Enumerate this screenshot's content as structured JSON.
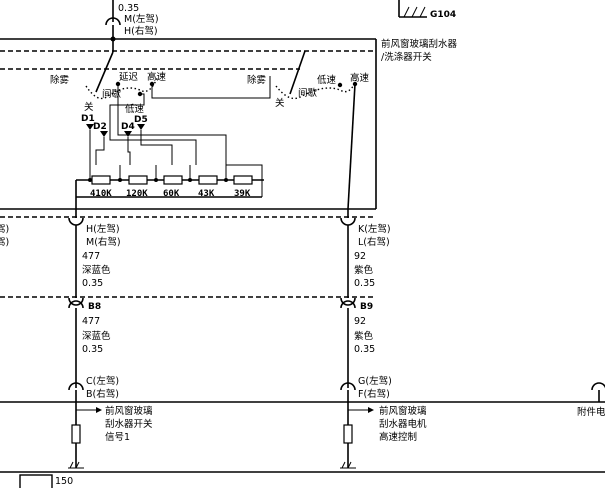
{
  "top": {
    "wire_size": "0.35",
    "connector_left": "M(左驾)",
    "connector_right": "H(右驾)",
    "ground_label": "G104"
  },
  "switch": {
    "title_line1": "前风窗玻璃刮水器",
    "title_line2": "/洗涤器开关",
    "left_positions": [
      "除雾",
      "延迟",
      "高速",
      "关",
      "间歇",
      "低速"
    ],
    "right_positions": [
      "除雾",
      "低速",
      "高速",
      "关",
      "间歇"
    ],
    "diodes": [
      "D1",
      "D2",
      "D4",
      "D5"
    ],
    "resistors": [
      "410K",
      "120K",
      "60K",
      "43K",
      "39K"
    ]
  },
  "left_wire": {
    "connector_top_left": "H(左驾)",
    "connector_top_right": "M(右驾)",
    "circuit": "477",
    "color": "深蓝色",
    "size": "0.35",
    "inline_connector": "B8",
    "circuit2": "477",
    "color2": "深蓝色",
    "size2": "0.35",
    "connector_bottom_left": "C(左驾)",
    "connector_bottom_right": "B(右驾)",
    "dest_line1": "前风窗玻璃",
    "dest_line2": "刮水器开关",
    "dest_line3": "信号1"
  },
  "right_wire": {
    "connector_top_left": "K(左驾)",
    "connector_top_right": "L(右驾)",
    "circuit": "92",
    "color": "紫色",
    "size": "0.35",
    "inline_connector": "B9",
    "circuit2": "92",
    "color2": "紫色",
    "size2": "0.35",
    "connector_bottom_left": "G(左驾)",
    "connector_bottom_right": "F(右驾)",
    "dest_line1": "前风窗玻璃",
    "dest_line2": "刮水器电机",
    "dest_line3": "高速控制"
  },
  "far_right_label": "附件电",
  "bottom_label": "150",
  "left_edge_fragments": [
    "驾)",
    "驾)"
  ]
}
